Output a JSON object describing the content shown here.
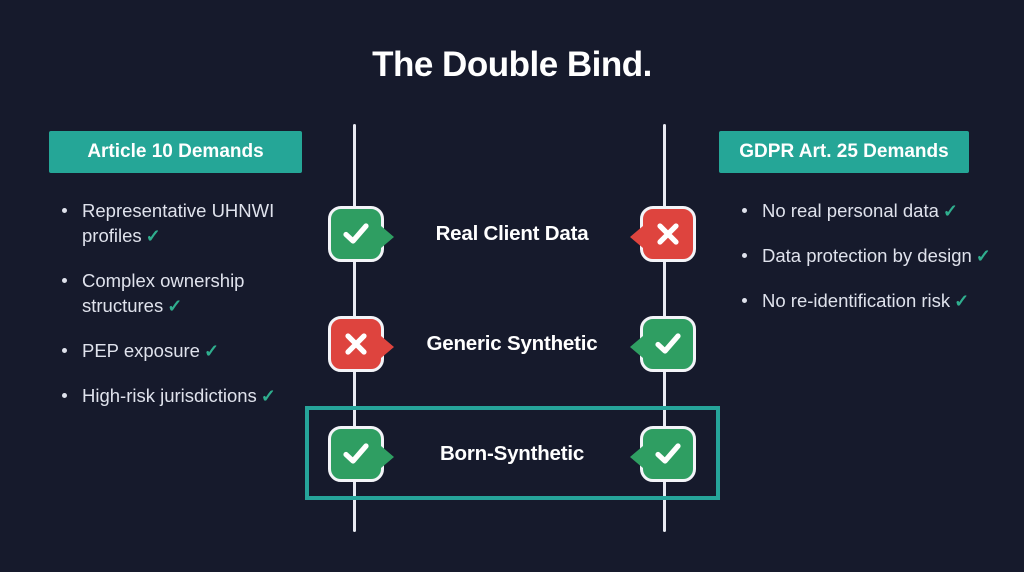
{
  "page": {
    "title": "The Double Bind.",
    "background_color": "#161a2c",
    "accent_teal": "#25a697",
    "success_green": "#2f9e62",
    "danger_red": "#de443e",
    "check_green": "#2fae8e"
  },
  "left_column": {
    "header": "Article 10 Demands",
    "items": [
      {
        "text": "Representative UHNWI profiles",
        "mark": "✓"
      },
      {
        "text": "Complex ownership structures",
        "mark": "✓"
      },
      {
        "text": "PEP exposure",
        "mark": "✓"
      },
      {
        "text": "High-risk jurisdictions",
        "mark": "✓"
      }
    ]
  },
  "right_column": {
    "header": "GDPR Art. 25 Demands",
    "items": [
      {
        "text": "No real personal data",
        "mark": "✓"
      },
      {
        "text": "Data protection by design",
        "mark": "✓"
      },
      {
        "text": "No re-identification risk",
        "mark": "✓"
      }
    ]
  },
  "comparison_rows": [
    {
      "label": "Real Client Data",
      "left_status": "check",
      "right_status": "cross",
      "highlighted": false
    },
    {
      "label": "Generic Synthetic",
      "left_status": "cross",
      "right_status": "check",
      "highlighted": false
    },
    {
      "label": "Born-Synthetic",
      "left_status": "check",
      "right_status": "check",
      "highlighted": true
    }
  ]
}
